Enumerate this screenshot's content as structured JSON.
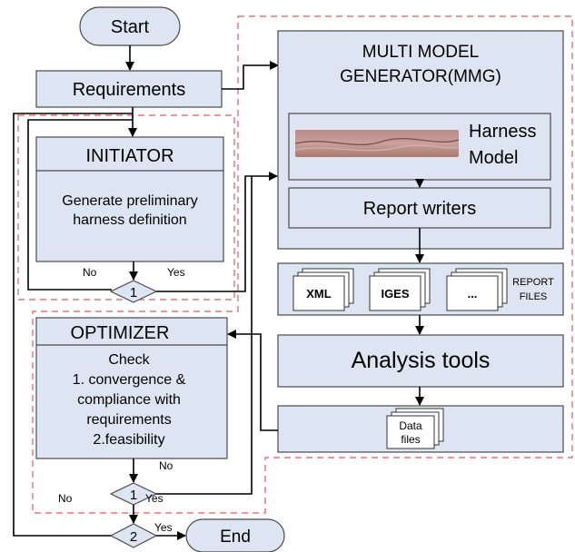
{
  "start": "Start",
  "requirements": "Requirements",
  "initiator": {
    "title": "INITIATOR",
    "body_line1": "Generate preliminary",
    "body_line2": "harness definition",
    "no": "No",
    "yes": "Yes",
    "decision": "1"
  },
  "mmg": {
    "title_line1": "MULTI MODEL",
    "title_line2": "GENERATOR(MMG)",
    "harness_line1": "Harness",
    "harness_line2": "Model",
    "report_writers": "Report writers"
  },
  "report_files": {
    "files": [
      "XML",
      "IGES",
      "..."
    ],
    "label_line1": "REPORT",
    "label_line2": "FILES"
  },
  "analysis_tools": "Analysis tools",
  "data_files": {
    "line1": "Data",
    "line2": "files"
  },
  "optimizer": {
    "title": "OPTIMIZER",
    "lines": [
      "Check",
      "1. convergence &",
      "compliance with",
      "requirements",
      "2.feasibility"
    ],
    "no_right": "No",
    "no_left": "No",
    "yes": "Yes",
    "decision": "1"
  },
  "decision2": {
    "label": "2",
    "yes": "Yes"
  },
  "end": "End"
}
